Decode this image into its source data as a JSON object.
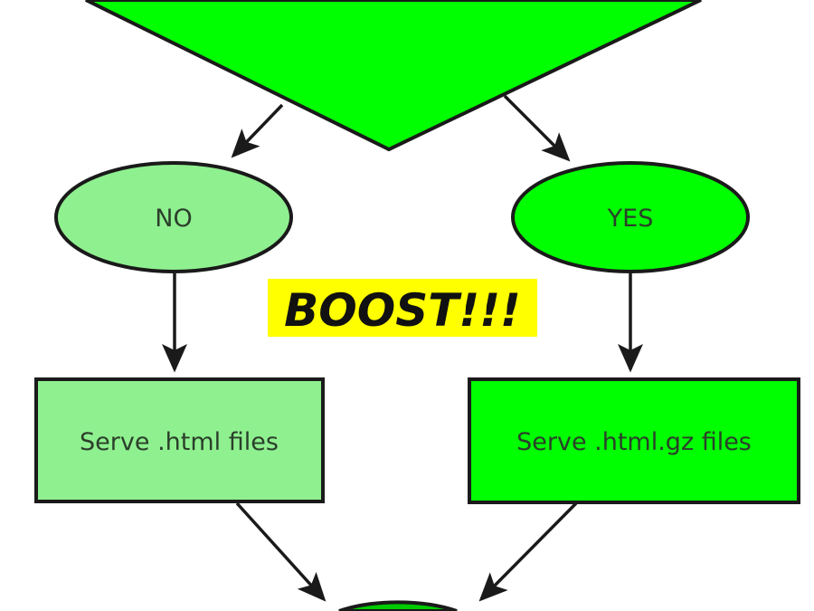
{
  "colors": {
    "yes_fill": "#00ff00",
    "no_fill": "#8ff08f",
    "stroke": "#1a1a1a",
    "highlight": "#ffff00"
  },
  "nodes": {
    "no_label": "NO",
    "yes_label": "YES",
    "serve_html": "Serve .html files",
    "serve_gz": "Serve .html.gz files"
  },
  "banner": "BOOST!!!"
}
